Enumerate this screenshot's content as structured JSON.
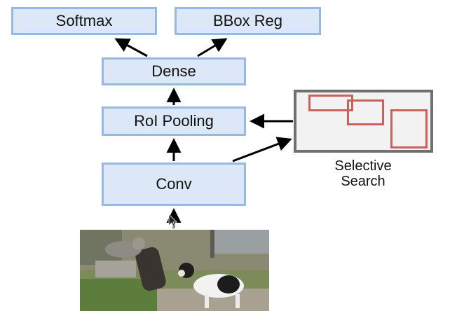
{
  "diagram": {
    "outputs": {
      "softmax": "Softmax",
      "bbox_reg": "BBox Reg"
    },
    "dense": "Dense",
    "roi_pooling": "RoI Pooling",
    "conv": "Conv",
    "selective_search": {
      "line1": "Selective",
      "line2": "Search"
    }
  },
  "colors": {
    "box_fill": "#dce8f7",
    "box_border": "#97b8e0",
    "region_border": "#c8625c",
    "panel_border": "#707070"
  },
  "icons": [
    "arrow-icon",
    "mouse-cursor-icon"
  ],
  "image": {
    "content": "cat-and-dog-photo"
  }
}
